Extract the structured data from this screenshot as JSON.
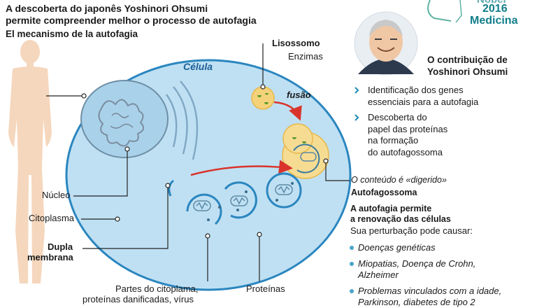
{
  "header": {
    "line1": "A descoberta do japonês Yoshinori Ohsumi",
    "line2": "permite compreender melhor o processo de autofagia",
    "subtitle": "El mecanismo de la autofagia"
  },
  "badge": {
    "nobel_partial": "Nobel",
    "year": "2016",
    "field": "Medicina"
  },
  "diagram": {
    "cell_label": "Célula",
    "lisossomo": "Lisossomo",
    "enzimas": "Enzimas",
    "fusao": "fusão",
    "nucleo": "Núcleo",
    "citoplasma": "Citoplasma",
    "dupla_1": "Dupla",
    "dupla_2": "membrana",
    "partes_1": "Partes do citoplama,",
    "partes_2": "proteínas danificadas, vírus",
    "proteinas": "Proteínas",
    "digerido": "O conteúdo é «digerido»",
    "autofagossoma": "Autofagossoma"
  },
  "contribution": {
    "title_1": "O contribuição de",
    "title_2": "Yoshinori Ohsumi",
    "items": [
      {
        "lines": [
          "Identificação dos genes",
          "essenciais para a autofagia"
        ]
      },
      {
        "lines": [
          "Descoberta do",
          "papel das proteínas",
          "na formação",
          "do autofagossoma"
        ]
      }
    ]
  },
  "renewal": {
    "title_1": "A autofagia permite",
    "title_2": "a renovação das células",
    "intro": "Sua perturbação pode causar:",
    "items": [
      {
        "lines": [
          "Doenças genéticas"
        ]
      },
      {
        "lines": [
          "Miopatias, Doença de Crohn,",
          "Alzheimer"
        ]
      },
      {
        "lines": [
          "Problemas vinculados com a idade,",
          "Parkinson, diabetes de tipo 2"
        ]
      }
    ]
  },
  "colors": {
    "cell_fill": "#bfe0f3",
    "cell_stroke": "#2b86bf",
    "body_fill": "#f5d7bd",
    "lysosome": "#f4d27a",
    "arrow": "#d9342b",
    "accent_teal": "#117e8b"
  }
}
